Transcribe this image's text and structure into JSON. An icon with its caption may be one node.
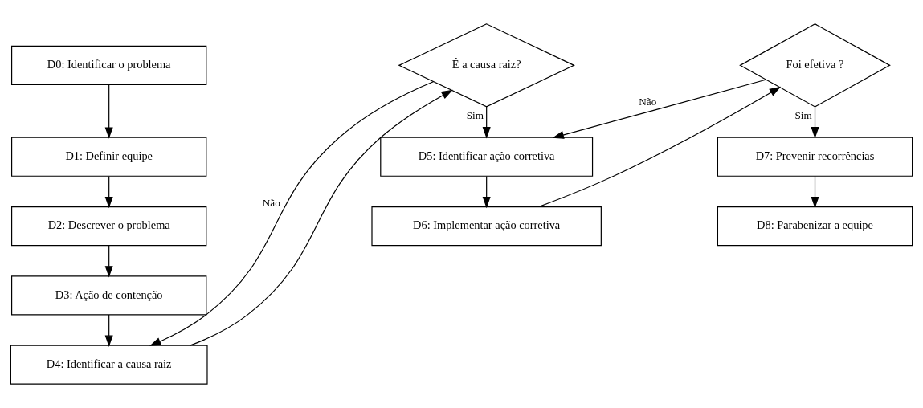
{
  "diagram": {
    "nodes": [
      {
        "text": [
          "D0: Identificar o problema"
        ]
      },
      {
        "text": [
          "D1: Definir equipe"
        ]
      },
      {
        "text": [
          "D2: Descrever o problema"
        ]
      },
      {
        "text": [
          "D3: Ação de contenção"
        ]
      },
      {
        "text": [
          "D4: Identificar a causa raiz"
        ]
      },
      {
        "text": [
          "É a causa raiz?"
        ]
      },
      {
        "text": [
          "D5: Identificar ação corretiva"
        ]
      },
      {
        "text": [
          "D6: Implementar ação corretiva"
        ]
      },
      {
        "text": [
          "Foi efetiva ?"
        ]
      },
      {
        "text": [
          "D7: Prevenir recorrências"
        ]
      },
      {
        "text": [
          "D8: Parabenizar a equipe"
        ]
      }
    ],
    "edges": [
      {
        "from": 0,
        "to": 1,
        "arrow": "to"
      },
      {
        "from": 1,
        "to": 2,
        "arrow": "to"
      },
      {
        "from": 2,
        "to": 3,
        "arrow": "to"
      },
      {
        "from": 3,
        "to": 4,
        "arrow": "to"
      },
      {
        "from": 4,
        "to": 5,
        "arrow": "to"
      },
      {
        "from": 5,
        "to": 4,
        "arrow": "to",
        "label": "Não"
      },
      {
        "from": 5,
        "to": 6,
        "arrow": "to",
        "label": "Sim"
      },
      {
        "from": 6,
        "to": 7,
        "arrow": "to"
      },
      {
        "from": 7,
        "to": 8,
        "arrow": "to"
      },
      {
        "from": 8,
        "to": 6,
        "arrow": "to",
        "label": "Não"
      },
      {
        "from": 8,
        "to": 9,
        "arrow": "to",
        "label": "Sim"
      },
      {
        "from": 9,
        "to": 10,
        "arrow": "to"
      }
    ]
  }
}
